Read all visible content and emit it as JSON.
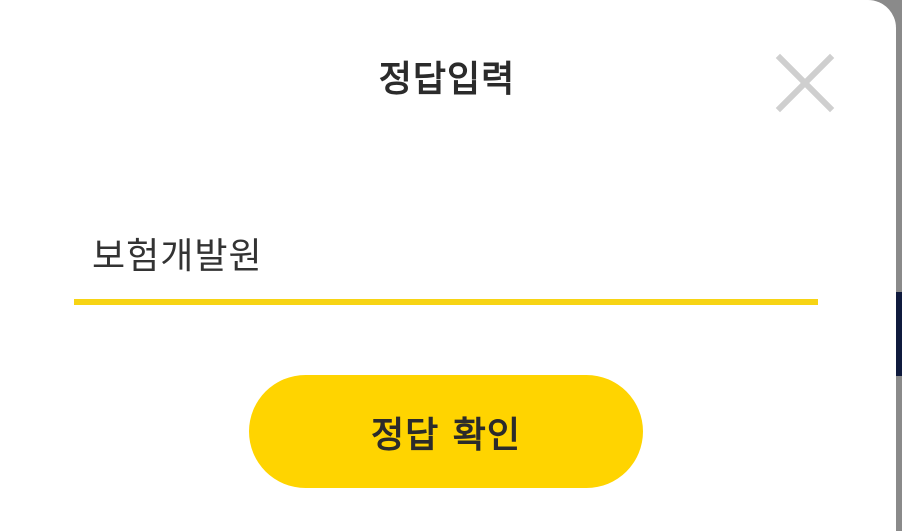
{
  "dialog": {
    "title": "정답입력",
    "close_icon": "close-icon",
    "answer": {
      "value": "보험개발원",
      "underline_color": "#f7d414"
    },
    "confirm_label": "정답 확인",
    "accent_color": "#ffd400"
  }
}
